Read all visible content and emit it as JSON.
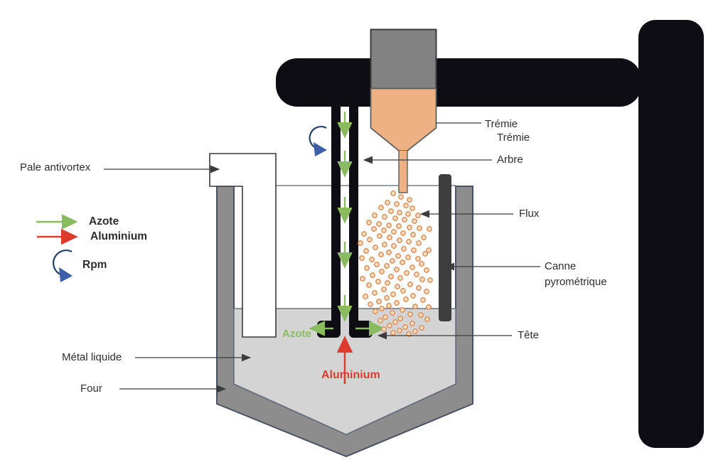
{
  "labels": {
    "pale_antivortex": "Pale antivortex",
    "tremie1": "Trémie",
    "tremie2": "Trémie",
    "arbre": "Arbre",
    "flux": "Flux",
    "canne_line1": "Canne",
    "canne_line2": "pyrométrique",
    "tete": "Tête",
    "metal_liquide": "Métal liquide",
    "four": "Four"
  },
  "legend": {
    "azote": "Azote",
    "aluminium": "Aluminium",
    "rpm": "Rpm"
  },
  "annotations": {
    "azote": "Azote",
    "aluminium": "Aluminium"
  },
  "colors": {
    "ink": "#0d0d13",
    "hopper_gray": "#828282",
    "hopper_border": "#3c3c3c",
    "peach": "#edb183",
    "peach_border": "#5f5f5f",
    "wall_gray": "#8d8d8d",
    "wall_border": "#4a5364",
    "liquid_gray": "#d4d4d4",
    "liquid_border": "#6a7380",
    "rod_dark": "#3e3e3e",
    "green": "#8abc5f",
    "red": "#de3b2f",
    "blue": "#3d5fa9",
    "navy": "#27406b",
    "leader": "#3c3c3c",
    "label_ink": "#2e2e2e",
    "flux_ring": "#dd8f57",
    "flux_fill": "#f9ddc2"
  },
  "flux_particles": [
    [
      553,
      272
    ],
    [
      564,
      277
    ],
    [
      576,
      281
    ],
    [
      545,
      285
    ],
    [
      558,
      287
    ],
    [
      571,
      289
    ],
    [
      536,
      292
    ],
    [
      580,
      293
    ],
    [
      550,
      297
    ],
    [
      562,
      299
    ],
    [
      574,
      301
    ],
    [
      588,
      303
    ],
    [
      527,
      303
    ],
    [
      541,
      305
    ],
    [
      556,
      307
    ],
    [
      569,
      309
    ],
    [
      583,
      311
    ],
    [
      519,
      313
    ],
    [
      533,
      315
    ],
    [
      547,
      317
    ],
    [
      561,
      318
    ],
    [
      576,
      320
    ],
    [
      590,
      321
    ],
    [
      604,
      322
    ],
    [
      526,
      322
    ],
    [
      540,
      324
    ],
    [
      554,
      326
    ],
    [
      567,
      328
    ],
    [
      581,
      330
    ],
    [
      512,
      329
    ],
    [
      534,
      332
    ],
    [
      548,
      334
    ],
    [
      596,
      334
    ],
    [
      520,
      337
    ],
    [
      562,
      338
    ],
    [
      575,
      340
    ],
    [
      589,
      342
    ],
    [
      507,
      342
    ],
    [
      541,
      344
    ],
    [
      554,
      346
    ],
    [
      528,
      348
    ],
    [
      568,
      350
    ],
    [
      582,
      352
    ],
    [
      603,
      352
    ],
    [
      515,
      353
    ],
    [
      547,
      355
    ],
    [
      598,
      357
    ],
    [
      536,
      358
    ],
    [
      560,
      360
    ],
    [
      574,
      362
    ],
    [
      588,
      364
    ],
    [
      509,
      363
    ],
    [
      523,
      365
    ],
    [
      552,
      367
    ],
    [
      566,
      369
    ],
    [
      593,
      371
    ],
    [
      530,
      372
    ],
    [
      544,
      374
    ],
    [
      580,
      376
    ],
    [
      516,
      377
    ],
    [
      558,
      379
    ],
    [
      600,
      380
    ],
    [
      537,
      382
    ],
    [
      572,
      384
    ],
    [
      586,
      386
    ],
    [
      524,
      387
    ],
    [
      550,
      389
    ],
    [
      563,
      391
    ],
    [
      510,
      392
    ],
    [
      594,
      393
    ],
    [
      605,
      394
    ],
    [
      532,
      396
    ],
    [
      545,
      398
    ],
    [
      577,
      400
    ],
    [
      519,
      401
    ],
    [
      559,
      403
    ],
    [
      589,
      405
    ],
    [
      540,
      407
    ],
    [
      567,
      409
    ],
    [
      600,
      410
    ],
    [
      527,
      412
    ],
    [
      553,
      414
    ],
    [
      581,
      416
    ],
    [
      514,
      417
    ],
    [
      544,
      419
    ],
    [
      571,
      421
    ],
    [
      595,
      422
    ],
    [
      533,
      424
    ],
    [
      558,
      426
    ],
    [
      521,
      428
    ],
    [
      547,
      430
    ],
    [
      584,
      431
    ],
    [
      603,
      432
    ],
    [
      537,
      434
    ],
    [
      566,
      436
    ],
    [
      528,
      438
    ],
    [
      552,
      440
    ],
    [
      577,
      442
    ],
    [
      592,
      443
    ],
    [
      542,
      446
    ],
    [
      563,
      448
    ],
    [
      601,
      449
    ],
    [
      535,
      451
    ],
    [
      556,
      453
    ],
    [
      580,
      455
    ],
    [
      548,
      458
    ],
    [
      570,
      460
    ],
    [
      593,
      461
    ],
    [
      540,
      463
    ],
    [
      562,
      465
    ],
    [
      584,
      466
    ],
    [
      553,
      468
    ],
    [
      575,
      470
    ]
  ]
}
